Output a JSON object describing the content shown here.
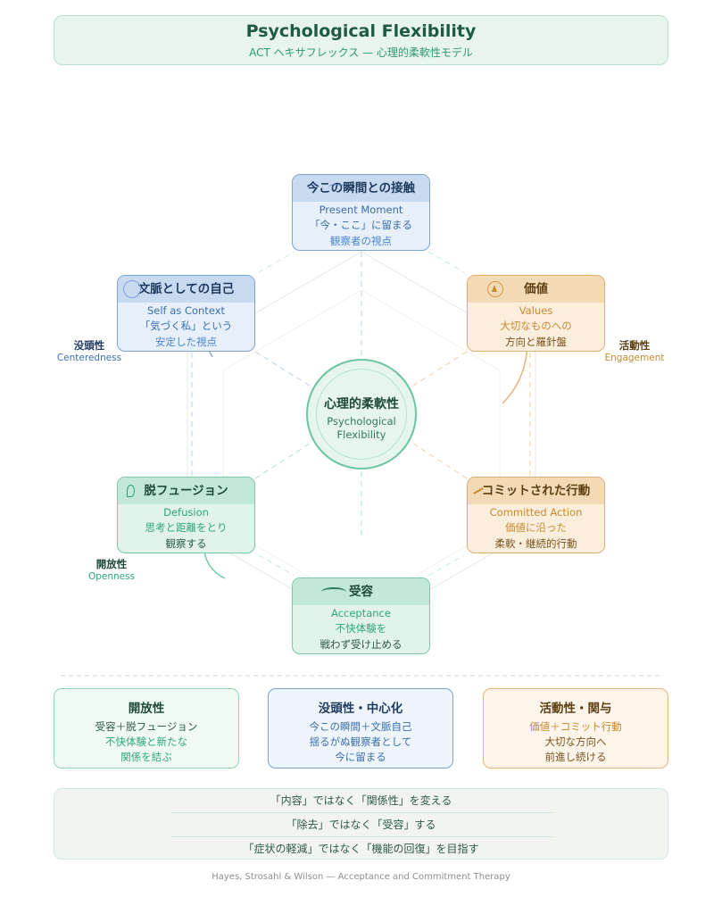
{
  "header": {
    "title": "Psychological Flexibility",
    "subtitle": "ACT ヘキサフレックス — 心理的柔軟性モデル"
  },
  "center": {
    "jp": "心理的柔軟性",
    "en1": "Psychological",
    "en2": "Flexibility"
  },
  "nodes": {
    "present": {
      "title": "今この瞬間との接触",
      "en": "Present Moment",
      "l1": "「今・ここ」に留まる",
      "l2": "観察者の視点",
      "icon": "ripple-icon"
    },
    "self": {
      "title": "文脈としての自己",
      "en": "Self as Context",
      "l1": "「気づく私」という",
      "l2": "安定した視点",
      "icon": "target-icon"
    },
    "values": {
      "title": "価値",
      "en": "Values",
      "l1": "大切なものへの",
      "l2": "方向と羅針盤",
      "icon": "compass-icon"
    },
    "defusion": {
      "title": "脱フュージョン",
      "en": "Defusion",
      "l1": "思考と距離をとり",
      "l2": "観察する",
      "icon": "leaf-icon"
    },
    "committed": {
      "title": "コミットされた行動",
      "en": "Committed Action",
      "l1": "価値に沿った",
      "l2": "柔軟・継続的行動",
      "icon": "arrow-icon"
    },
    "acceptance": {
      "title": "受容",
      "en": "Acceptance",
      "l1": "不快体験を",
      "l2": "戦わず受け止める",
      "icon": "wave-icon"
    }
  },
  "sides": {
    "centered": {
      "jp": "没頭性",
      "en": "Centeredness"
    },
    "engaged": {
      "jp": "活動性",
      "en": "Engagement"
    },
    "open": {
      "jp": "開放性",
      "en": "Openness"
    }
  },
  "cards": [
    {
      "title": "開放性",
      "l1": "受容＋脱フュージョン",
      "l2": "不快体験と新たな",
      "l3": "関係を結ぶ"
    },
    {
      "title": "没頭性・中心化",
      "l1": "今この瞬間＋文脈自己",
      "l2": "揺るがぬ観察者として",
      "l3": "今に留まる"
    },
    {
      "title": "活動性・関与",
      "l1": "価値＋コミット行動",
      "l2": "大切な方向へ",
      "l3": "前進し続ける"
    }
  ],
  "principles": [
    "「内容」ではなく「関係性」を変える",
    "「除去」ではなく「受容」する",
    "「症状の軽減」ではなく「機能の回復」を目指す"
  ],
  "footer": "Hayes, Strosahl & Wilson — Acceptance and Commitment Therapy",
  "colors": {
    "green": "#2ea878",
    "blue": "#3b6fae",
    "orange": "#c98a2e"
  }
}
